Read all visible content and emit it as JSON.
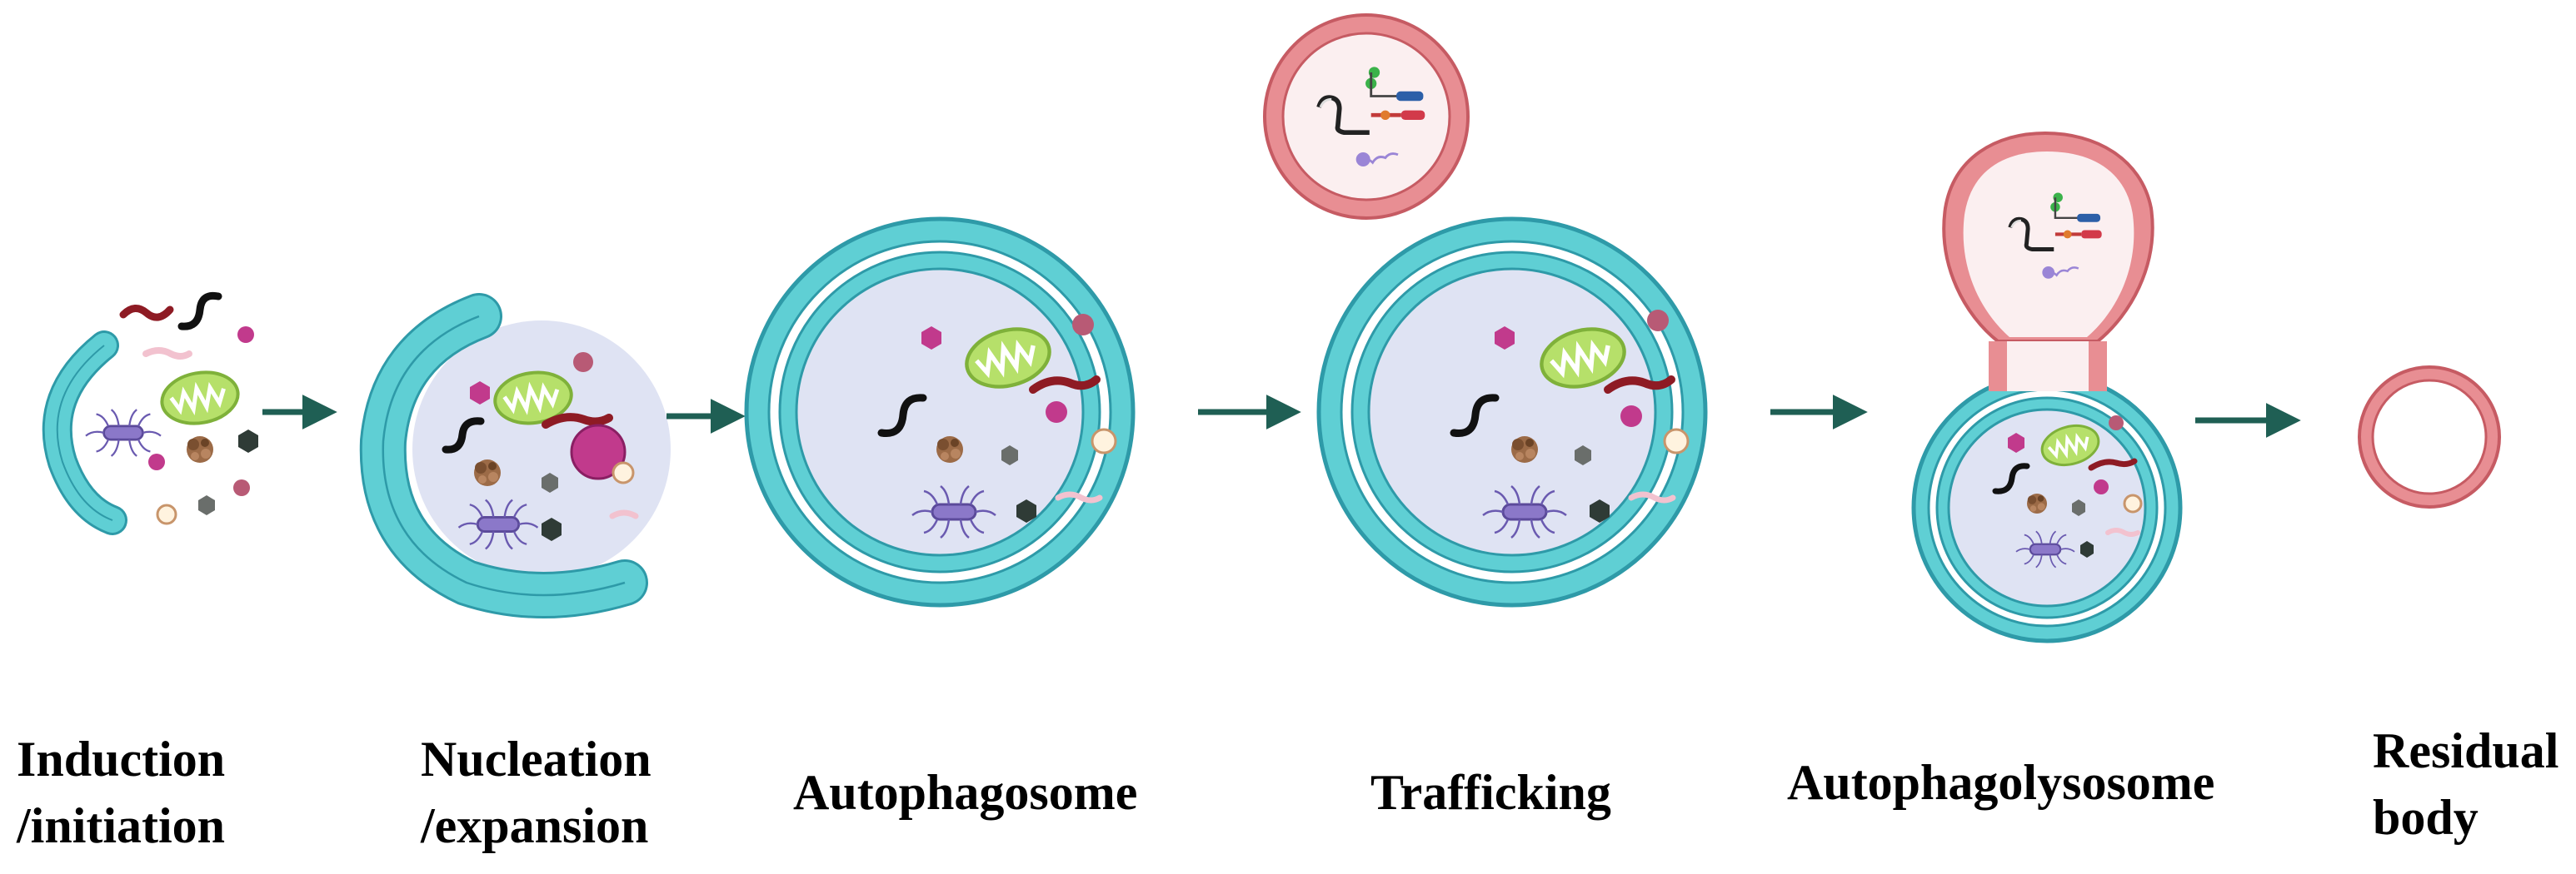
{
  "stages": [
    {
      "lines": [
        "Induction",
        "/initiation"
      ]
    },
    {
      "lines": [
        "Nucleation",
        "/expansion"
      ]
    },
    {
      "lines": [
        "Autophagosome"
      ]
    },
    {
      "lines": [
        "Trafficking"
      ]
    },
    {
      "lines": [
        "Autophagolysosome"
      ]
    },
    {
      "lines": [
        "Residual",
        "body"
      ]
    }
  ],
  "colors": {
    "membrane": "#5fcfd4",
    "membrane_dark": "#2e9aa8",
    "lysosome": "#e88e93",
    "lysosome_dark": "#c65b63",
    "lumen": "#dfe3f3",
    "arrow": "#1f5f54",
    "mitochondrion": "#b6e06a",
    "dark_red": "#8e1b24",
    "magenta": "#c13a8c",
    "hexagon": "#555a57",
    "brown": "#8b5a3c"
  }
}
